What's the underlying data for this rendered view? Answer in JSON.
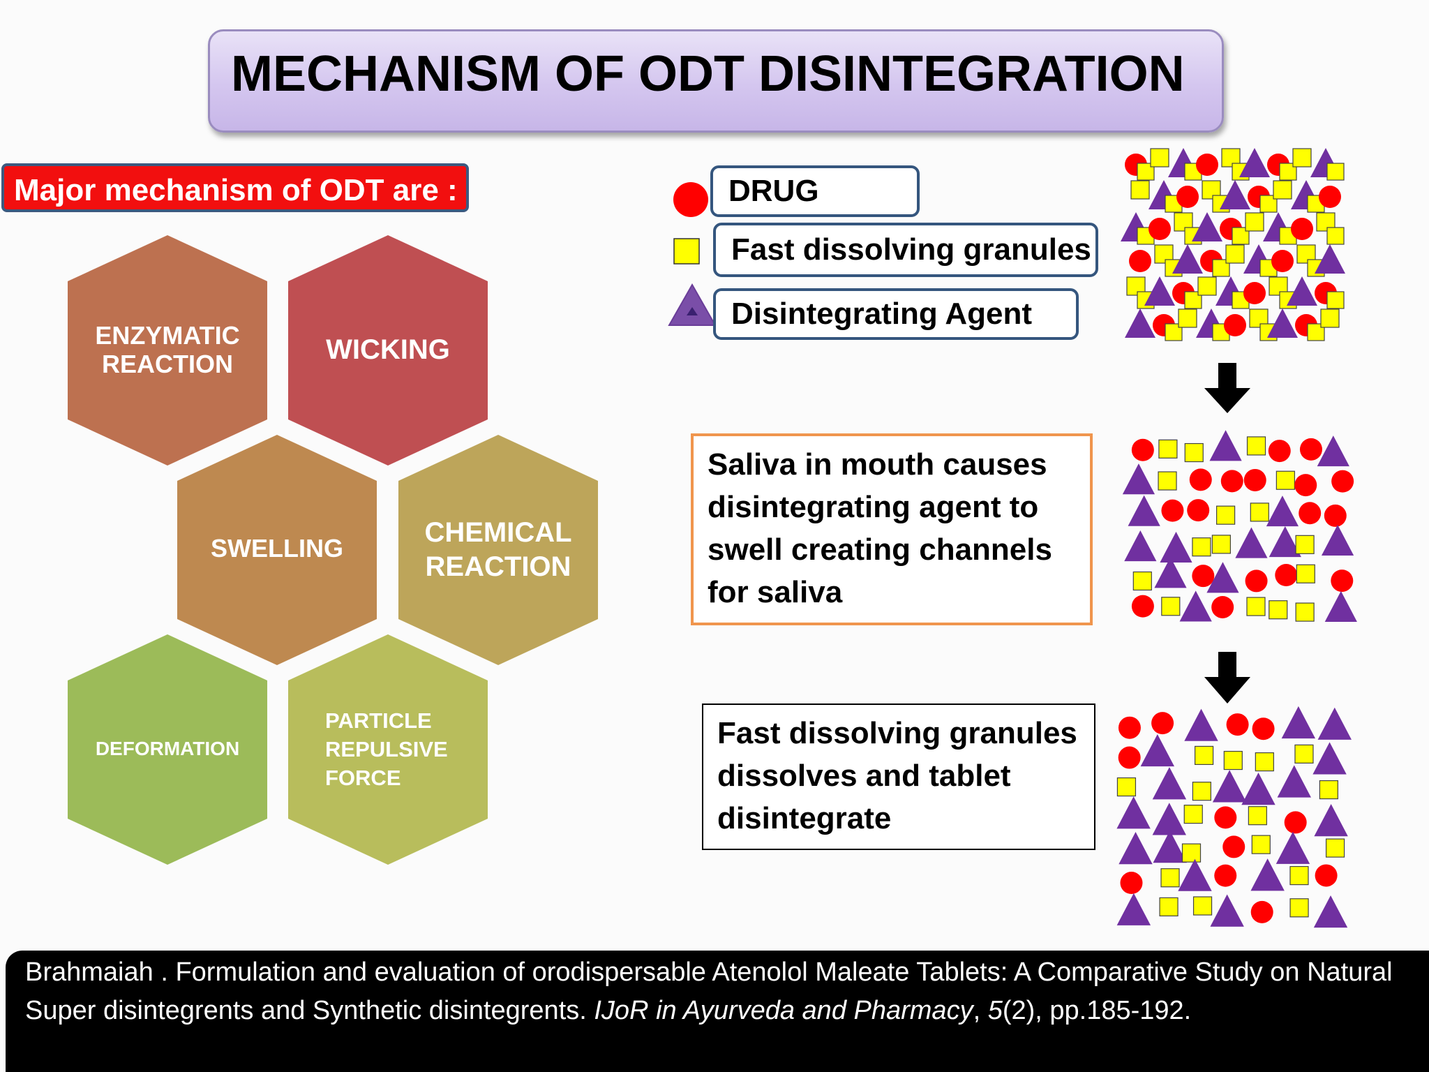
{
  "title": "MECHANISM OF ODT DISINTEGRATION",
  "major_label": "Major mechanism of ODT are :",
  "mechanisms": [
    {
      "line1": "ENZYMATIC",
      "line2": "REACTION",
      "line3": "",
      "color": "#bd7150"
    },
    {
      "line1": "WICKING",
      "line2": "",
      "line3": "",
      "color": "#bf4f52"
    },
    {
      "line1": "SWELLING",
      "line2": "",
      "line3": "",
      "color": "#be8950"
    },
    {
      "line1": "CHEMICAL",
      "line2": "REACTION",
      "line3": "",
      "color": "#bda55a"
    },
    {
      "line1": "DEFORMATION",
      "line2": "",
      "line3": "",
      "color": "#9cbb59"
    },
    {
      "line1": "PARTICLE",
      "line2": "REPULSIVE",
      "line3": "FORCE",
      "color": "#b8bd5c"
    }
  ],
  "legend": {
    "drug": "DRUG",
    "granules": "Fast dissolving granules",
    "agent": "Disintegrating Agent"
  },
  "steps": {
    "saliva": "Saliva in mouth causes disintegrating agent to swell creating channels for saliva",
    "dissolve": "Fast dissolving granules dissolves and tablet disintegrate"
  },
  "colors": {
    "drug": "#ff0000",
    "granule": "#ffff00",
    "agent": "#7030a0",
    "saliva_border": "#f0954d"
  },
  "citation": {
    "part1": "Brahmaiah . Formulation and evaluation of orodispersable Atenolol Maleate Tablets: A Comparative Study on Natural Super disintegrents and Synthetic disintegrents. ",
    "journal": "IJoR in Ayurveda and Pharmacy",
    "part2": ", ",
    "volume": "5",
    "part3": "(2), pp.185-192."
  }
}
